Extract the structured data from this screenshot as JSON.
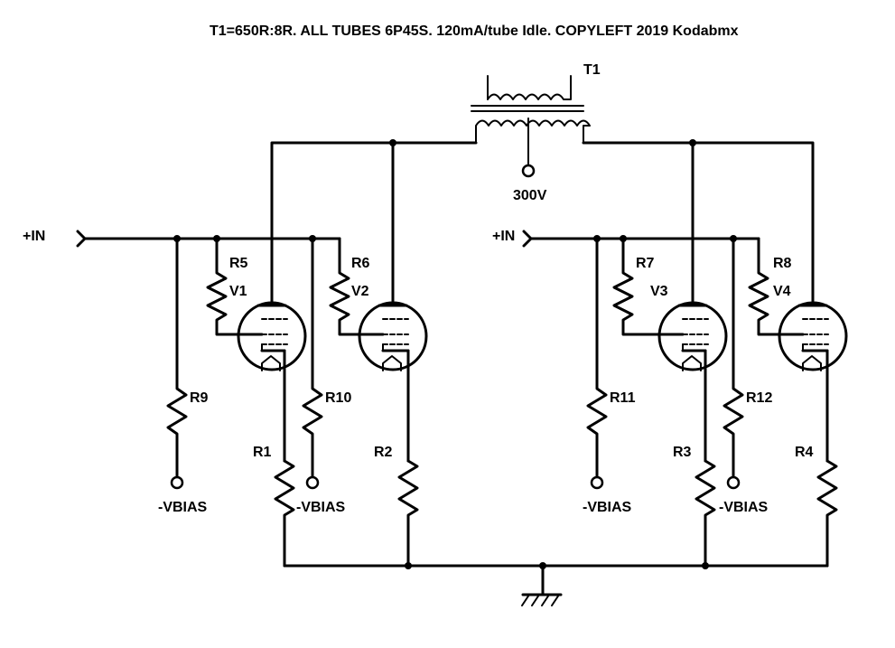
{
  "title": "T1=650R:8R. ALL TUBES 6P45S. 120mA/tube Idle. COPYLEFT 2019 Kodabmx",
  "transformer": {
    "label": "T1",
    "supply": "300V"
  },
  "inputs": [
    "+IN",
    "+IN"
  ],
  "tubes": [
    "V1",
    "V2",
    "V3",
    "V4"
  ],
  "cathode_resistors": [
    "R1",
    "R2",
    "R3",
    "R4"
  ],
  "grid_resistors": [
    "R5",
    "R6",
    "R7",
    "R8"
  ],
  "bias_resistors": [
    "R9",
    "R10",
    "R11",
    "R12"
  ],
  "bias_terminals": [
    "-VBIAS",
    "-VBIAS",
    "-VBIAS",
    "-VBIAS"
  ]
}
